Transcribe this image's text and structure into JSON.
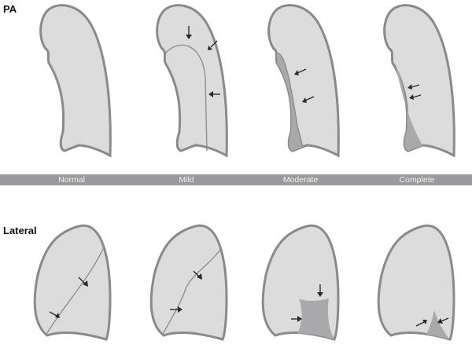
{
  "views": {
    "pa": "PA",
    "lateral": "Lateral"
  },
  "stages": [
    "Normal",
    "Mild",
    "Moderate",
    "Complete"
  ],
  "colors": {
    "lung": "#dcdcdd",
    "outline": "#8a8a8c",
    "collapse": "#a9a9ab",
    "band": "#9a9a9c"
  }
}
